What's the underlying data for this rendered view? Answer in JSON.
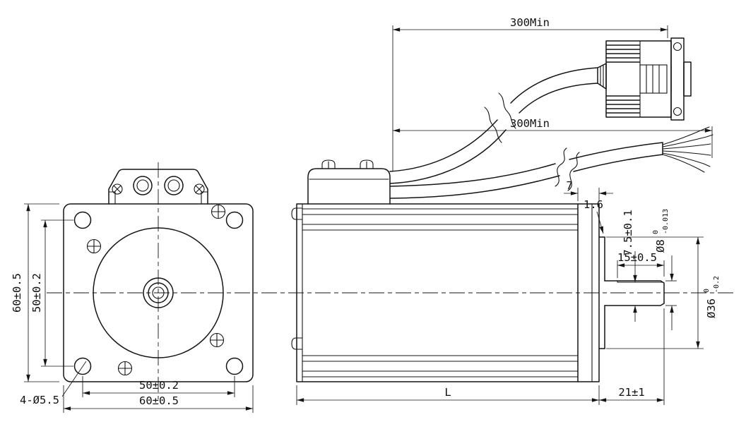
{
  "drawing": {
    "line_color": "#141414",
    "background": "#ffffff"
  },
  "front_view": {
    "height_outer": "60±0.5",
    "height_holes": "50±0.2",
    "width_holes": "50±0.2",
    "width_outer": "60±0.5",
    "mounting_holes": "4-Ø5.5"
  },
  "side_view": {
    "cable_top_min_length": "300Min",
    "cable_bottom_min_length": "300Min",
    "flange_thickness": "7",
    "pilot_step": "1.6",
    "shaft_flat_height": "7.5±0.1",
    "shaft_diameter": {
      "nominal": "Ø8",
      "tol_upper": "0",
      "tol_lower": "-0.013"
    },
    "shaft_flat_length": "15±0.5",
    "pilot_diameter": {
      "nominal": "Ø36",
      "tol_upper": "0",
      "tol_lower": "-0.2"
    },
    "shaft_extension": "21±1",
    "body_length": "L"
  }
}
